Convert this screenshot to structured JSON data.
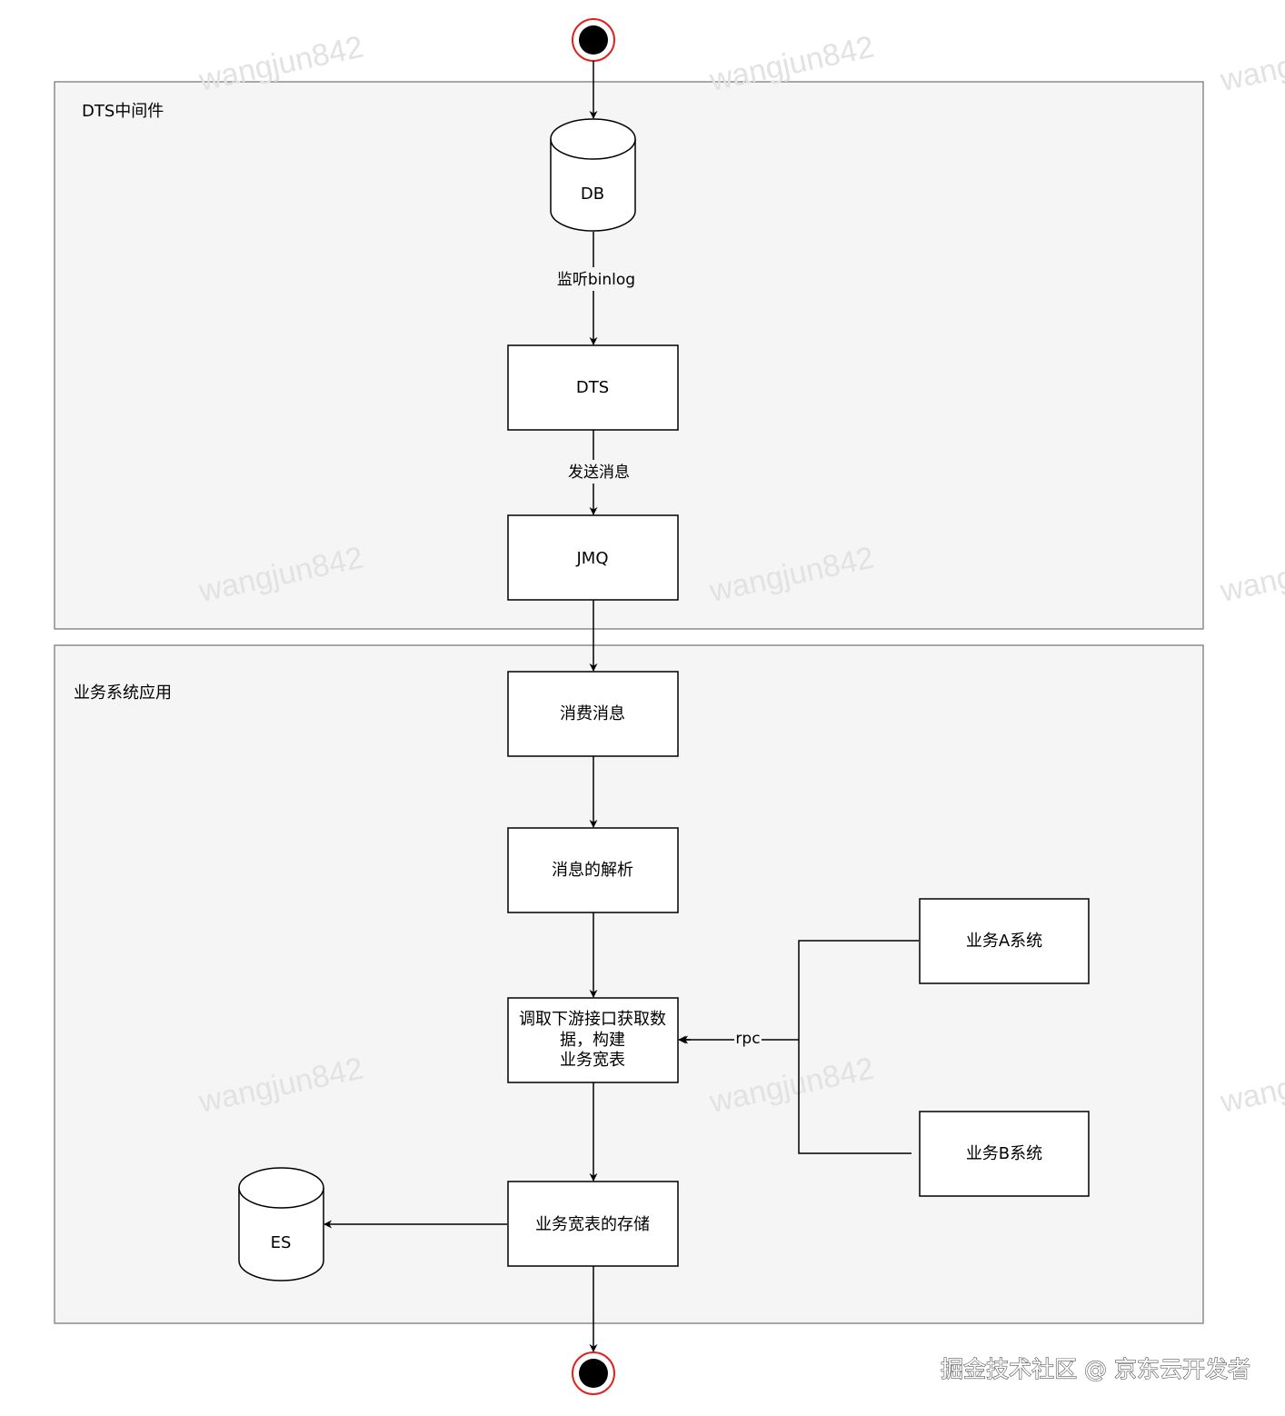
{
  "groups": {
    "dts": {
      "label": "DTS中间件"
    },
    "business": {
      "label": "业务系统应用"
    }
  },
  "nodes": {
    "db": "DB",
    "dts": "DTS",
    "jmq": "JMQ",
    "consume": "消费消息",
    "parse": "消息的解析",
    "fetch": [
      "调取下游接口获取数",
      "据，构建",
      "业务宽表"
    ],
    "store": "业务宽表的存储",
    "es": "ES",
    "sysA": "业务A系统",
    "sysB": "业务B系统"
  },
  "edge_labels": {
    "db_dts": "监听binlog",
    "dts_jmq": "发送消息",
    "rpc": "rpc"
  },
  "watermark": "wangjun842",
  "footer": "掘金技术社区 @ 京东云开发者",
  "colors": {
    "group_fill": "#f5f5f5",
    "group_stroke": "#8c8c8c",
    "terminal_ring": "#e0221d"
  }
}
